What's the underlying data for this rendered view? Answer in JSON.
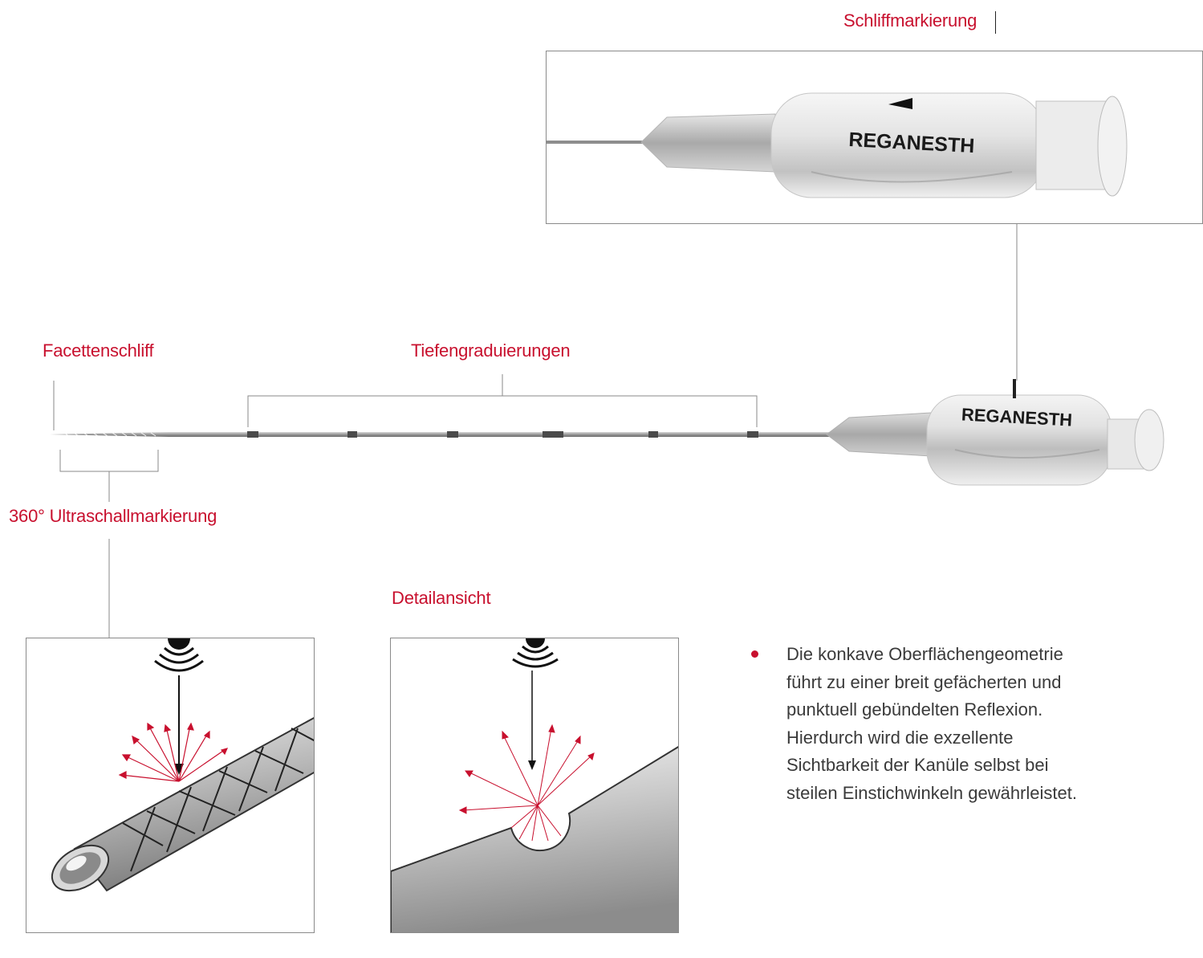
{
  "labels": {
    "grind_mark": "Schliffmarkierung",
    "facet_grind": "Facettenschliff",
    "depth_graduations": "Tiefengraduierungen",
    "ultrasound_marking": "360° Ultraschallmarkierung",
    "detail_view": "Detailansicht"
  },
  "brand": {
    "hub_text": "REGANESTH"
  },
  "description": {
    "lines": [
      "Die konkave Oberflächengeometrie",
      "führt zu einer breit gefächerten und",
      "punktuell gebündelten Reflexion.",
      "Hierdurch wird die exzellente",
      "Sichtbarkeit der Kanüle selbst bei",
      "steilen Einstichwinkeln gewährleistet."
    ]
  },
  "colors": {
    "accent": "#c8102e",
    "text": "#3a3a3a",
    "frame": "#8a8a8a"
  }
}
